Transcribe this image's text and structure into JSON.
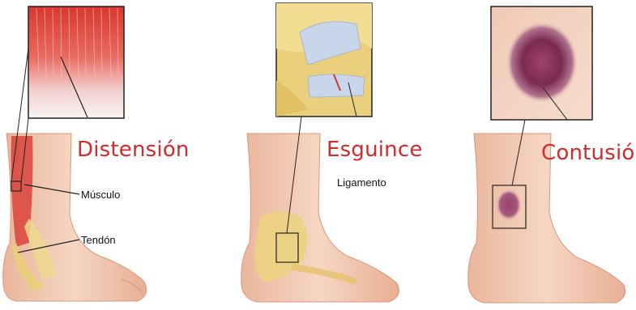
{
  "panels": [
    {
      "title": "Distensión",
      "labels": [
        "Músculo",
        "Tendón"
      ]
    },
    {
      "title": "Esguince",
      "labels": [
        "Ligamento"
      ]
    },
    {
      "title": "Contusión",
      "labels": []
    }
  ],
  "colors": {
    "title": "#d52a2a",
    "skin": "#f3cdb6",
    "skin_shade": "#e3a98f",
    "muscle": "#d9433b",
    "bone": "#e9cf7a",
    "ligament": "#c9d6ea",
    "bruise": "#7e2d55",
    "inset_frame": "#222222"
  }
}
